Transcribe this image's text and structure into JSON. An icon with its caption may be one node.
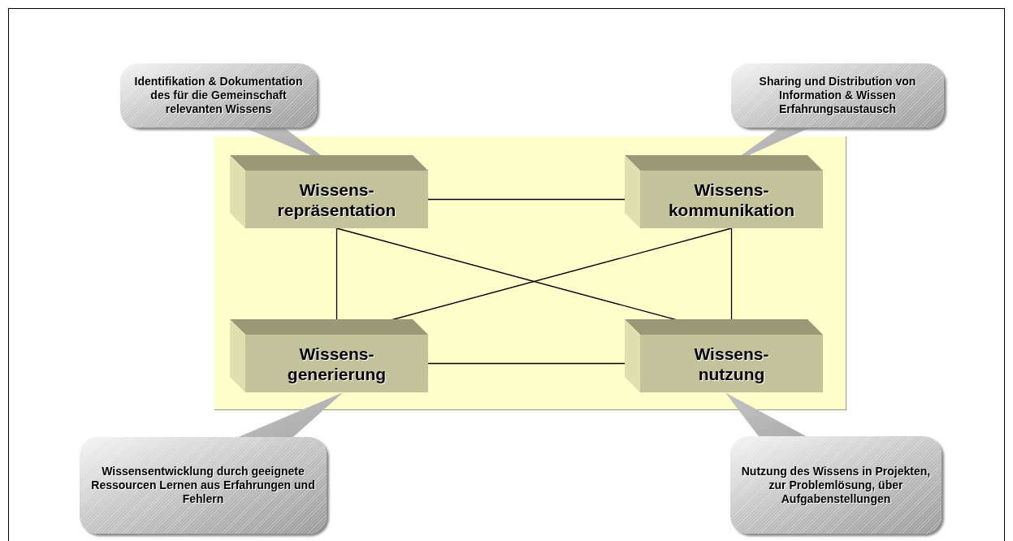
{
  "diagram": {
    "nodes": [
      {
        "text": [
          "Identifikation & Dokumentation des für die Gemeinschaft relevanten Wissens"
        ]
      },
      {
        "text": [
          "Sharing und Distribution von Information & Wissen Erfahrungsaustausch"
        ]
      },
      {
        "text": [
          "Wissens- repräsentation"
        ]
      },
      {
        "text": [
          "Wissens- kommunikation"
        ]
      },
      {
        "text": [
          "Wissens- generierung"
        ]
      },
      {
        "text": [
          "Wissens- nutzung"
        ]
      },
      {
        "text": [
          "Wissensentwicklung durch geeignete Ressourcen Lernen aus Erfahrungen und Fehlern"
        ]
      },
      {
        "text": [
          "Nutzung des Wissens in Projekten, zur Problemlösung, über Aufgabenstellungen"
        ]
      }
    ],
    "edges": [
      {
        "from": 0,
        "to": 2,
        "arrow": "none"
      },
      {
        "from": 1,
        "to": 3,
        "arrow": "none"
      },
      {
        "from": 6,
        "to": 4,
        "arrow": "none"
      },
      {
        "from": 7,
        "to": 5,
        "arrow": "none"
      },
      {
        "from": 2,
        "to": 3,
        "arrow": "none"
      },
      {
        "from": 2,
        "to": 4,
        "arrow": "none"
      },
      {
        "from": 2,
        "to": 5,
        "arrow": "none"
      },
      {
        "from": 3,
        "to": 4,
        "arrow": "none"
      },
      {
        "from": 3,
        "to": 5,
        "arrow": "none"
      },
      {
        "from": 4,
        "to": 5,
        "arrow": "none"
      }
    ]
  }
}
